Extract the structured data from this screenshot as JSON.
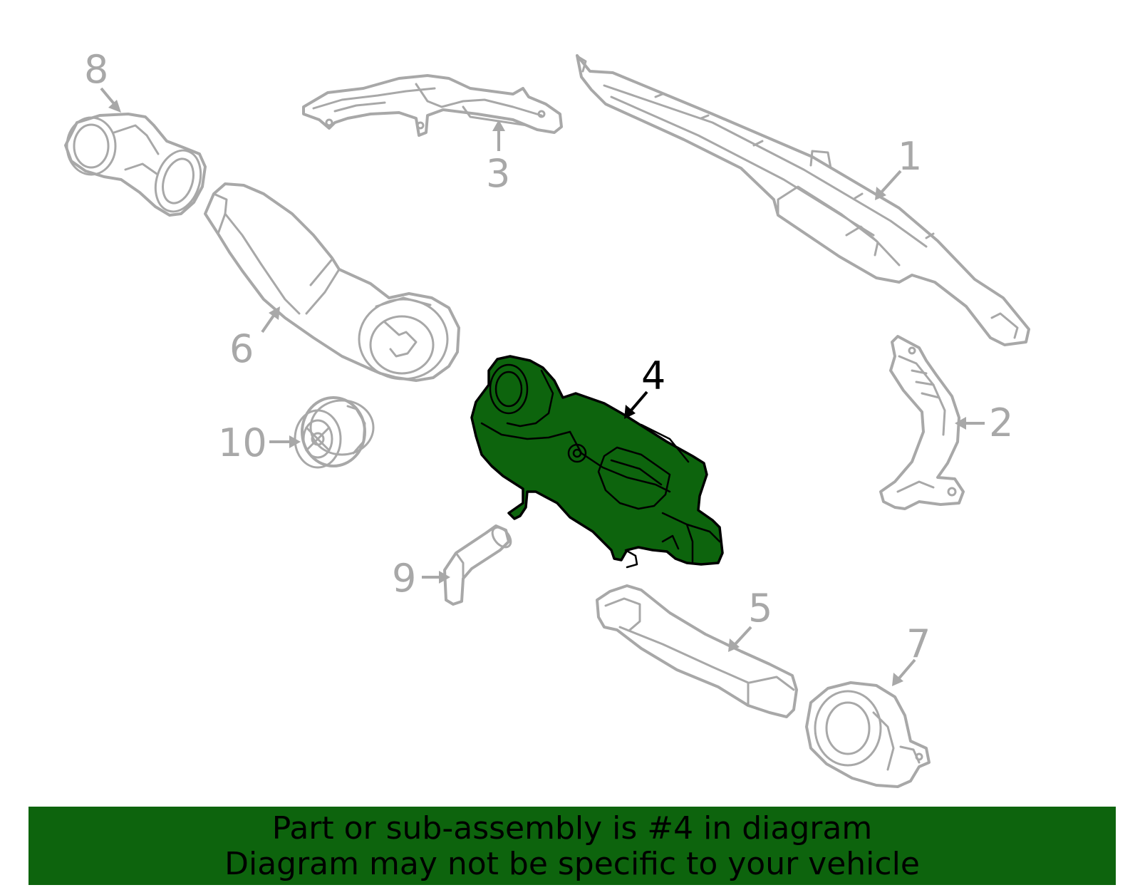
{
  "callouts": {
    "c1": "1",
    "c2": "2",
    "c3": "3",
    "c4": "4",
    "c5": "5",
    "c6": "6",
    "c7": "7",
    "c8": "8",
    "c9": "9",
    "c10": "10"
  },
  "highlighted_part": "4",
  "colors": {
    "highlight": "#0d640d",
    "line": "#a8a8a8",
    "banner": "#0d640d",
    "banner_text": "#000000"
  },
  "banner": {
    "line1": "Part or sub-assembly is #4 in diagram",
    "line2": "Diagram may not be specific to your vehicle"
  }
}
